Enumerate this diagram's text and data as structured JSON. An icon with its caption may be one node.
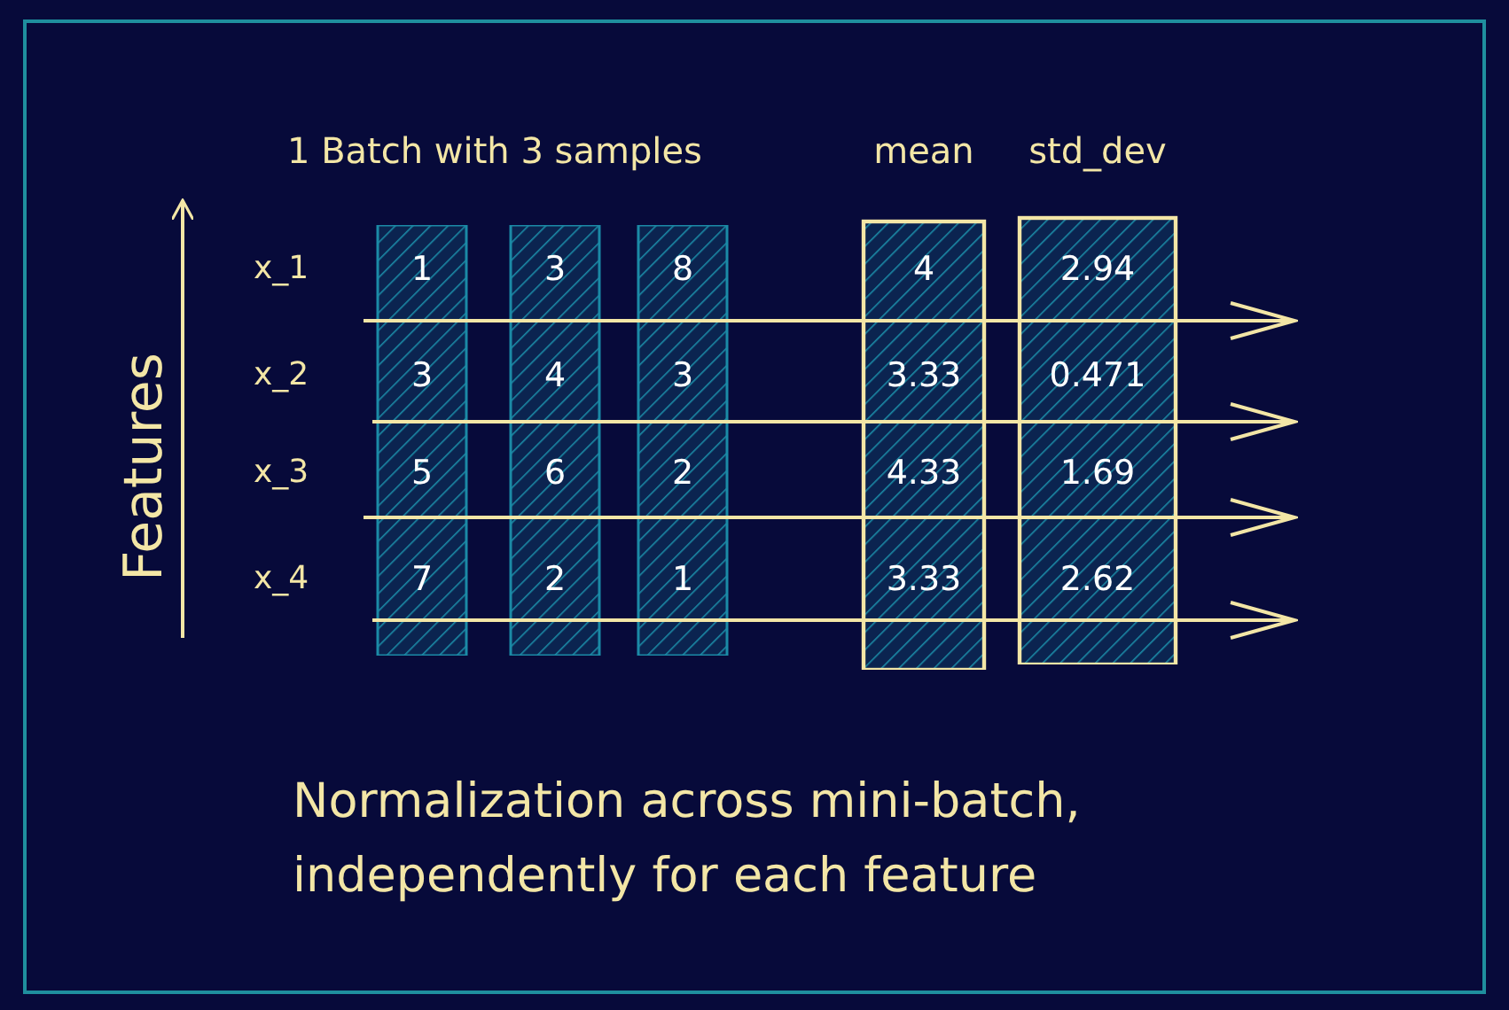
{
  "diagram": {
    "caption": "Normalization across mini-batch, independently for each feature",
    "nodes": [
      {
        "text": [
          "1",
          "3",
          "5",
          "7"
        ]
      },
      {
        "text": [
          "3",
          "4",
          "6",
          "2"
        ]
      },
      {
        "text": [
          "8",
          "3",
          "2",
          "1"
        ]
      },
      {
        "text": [
          "mean",
          "4",
          "3.33",
          "4.33",
          "3.33"
        ]
      },
      {
        "text": [
          "std_dev",
          "2.94",
          "0.471",
          "1.69",
          "2.62"
        ]
      }
    ],
    "labels": [
      "1 Batch with 3 samples",
      "Features",
      "x_1",
      "x_2",
      "x_3",
      "x_4"
    ]
  }
}
